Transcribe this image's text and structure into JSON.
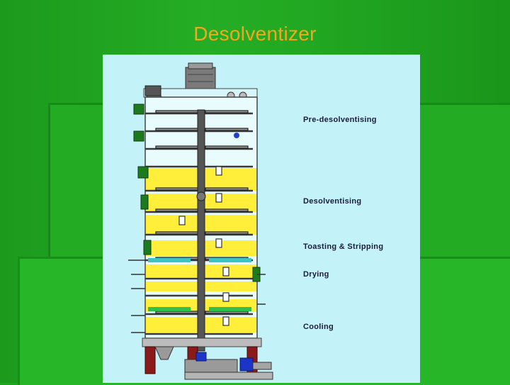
{
  "title": "Desolventizer",
  "diagram": {
    "labels": [
      {
        "id": "pre",
        "text": "Pre-desolventising"
      },
      {
        "id": "desol",
        "text": "Desolventising"
      },
      {
        "id": "toast",
        "text": "Toasting & Stripping"
      },
      {
        "id": "dry",
        "text": "Drying"
      },
      {
        "id": "cool",
        "text": "Cooling"
      }
    ]
  },
  "colors": {
    "title": "#f2a81e",
    "panel": "#c3f3f9",
    "meal": "#ffef3a",
    "steel": "#6e6e6e",
    "base": "#8b1a1a",
    "motor": "#1c35c8"
  }
}
